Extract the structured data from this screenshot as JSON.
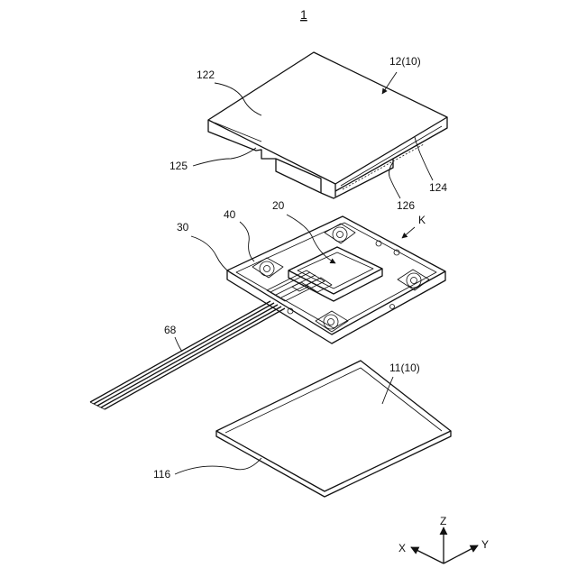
{
  "figure": {
    "number": "1"
  },
  "labels": {
    "cover": "12(10)",
    "cover_top": "122",
    "cover_notch": "125",
    "cover_side": "124",
    "cover_step": "126",
    "chip": "20",
    "frame": "40",
    "board": "30",
    "view_mark": "K",
    "cable": "68",
    "base_plate": "11(10)",
    "base_edge": "116"
  },
  "axes": {
    "z": "Z",
    "x": "X",
    "y": "Y"
  },
  "colors": {
    "line": "#111111",
    "background": "#ffffff"
  }
}
